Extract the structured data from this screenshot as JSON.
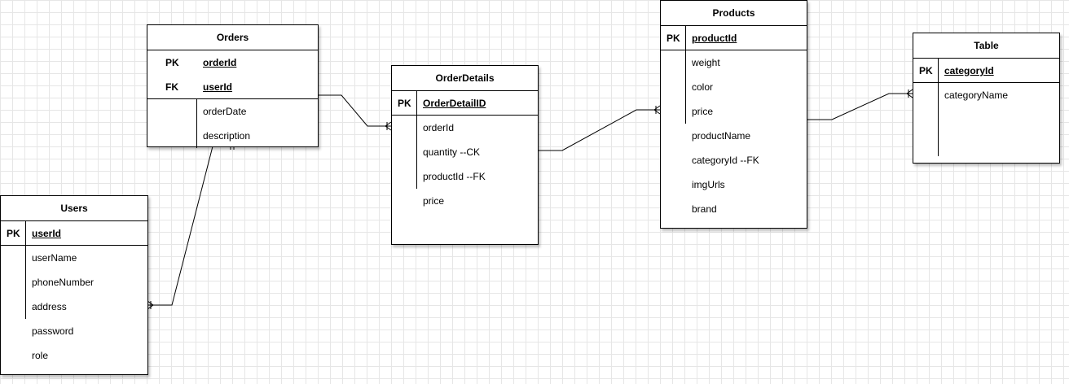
{
  "entities": {
    "orders": {
      "title": "Orders",
      "keys": [
        {
          "tag": "PK",
          "name": "orderId"
        },
        {
          "tag": "FK",
          "name": "userId"
        }
      ],
      "fields": [
        "orderDate",
        "description"
      ]
    },
    "users": {
      "title": "Users",
      "keys": [
        {
          "tag": "PK",
          "name": "userId"
        }
      ],
      "fields": [
        "userName",
        "phoneNumber",
        "address",
        "password",
        "role"
      ]
    },
    "orderdetails": {
      "title": "OrderDetails",
      "keys": [
        {
          "tag": "PK",
          "name": "OrderDetailID"
        }
      ],
      "fields": [
        "orderId",
        "quantity --CK",
        "productId --FK",
        "price"
      ]
    },
    "products": {
      "title": "Products",
      "keys": [
        {
          "tag": "PK",
          "name": "productId"
        }
      ],
      "fields": [
        "weight",
        "color",
        "price",
        "productName",
        "categoryId --FK",
        "imgUrls",
        "brand"
      ]
    },
    "table": {
      "title": "Table",
      "keys": [
        {
          "tag": "PK",
          "name": "categoryId"
        }
      ],
      "fields": [
        "categoryName"
      ]
    }
  },
  "relationships": [
    {
      "from": "users",
      "to": "orders",
      "from_cardinality": "many",
      "to_cardinality": "one-and-only-one"
    },
    {
      "from": "orders",
      "to": "orderdetails",
      "from_cardinality": "one",
      "to_cardinality": "one-or-many"
    },
    {
      "from": "orderdetails",
      "to": "products",
      "from_cardinality": "one",
      "to_cardinality": "one-or-many"
    },
    {
      "from": "products",
      "to": "table",
      "from_cardinality": "one",
      "to_cardinality": "one-or-many"
    }
  ]
}
